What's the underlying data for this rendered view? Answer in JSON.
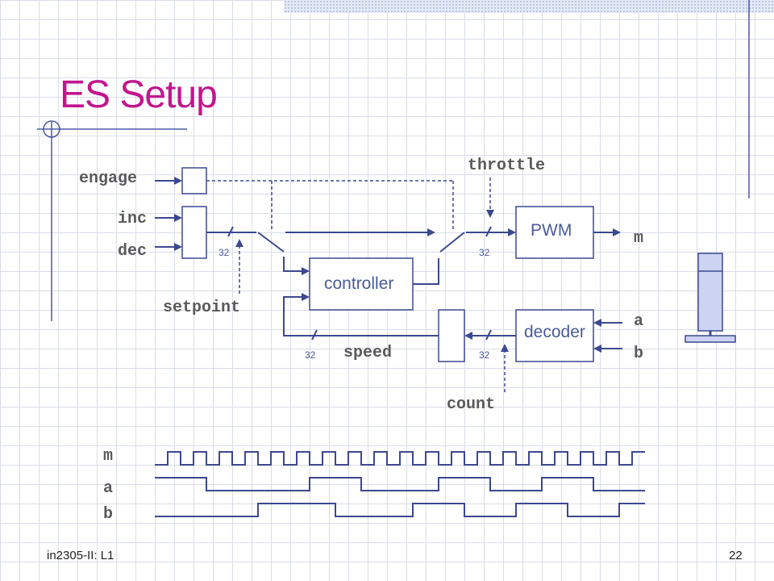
{
  "slide": {
    "title": "ES Setup",
    "footer_left": "in2305-II: L1",
    "page_number": "22"
  },
  "diagram": {
    "signals": {
      "engage": "engage",
      "inc": "inc",
      "dec": "dec",
      "setpoint": "setpoint",
      "throttle": "throttle",
      "m": "m",
      "a": "a",
      "b": "b",
      "speed": "speed",
      "count": "count"
    },
    "blocks": {
      "pwm": "PWM",
      "controller": "controller",
      "decoder": "decoder"
    },
    "bus_widths": {
      "setpoint": "32",
      "throttle": "32",
      "speed": "32",
      "count": "32"
    }
  },
  "waveforms": {
    "labels": [
      "m",
      "a",
      "b"
    ]
  },
  "colors": {
    "title": "#c2168f",
    "wire": "#3c4890",
    "block_text": "#4a5a9a",
    "signal_text": "#5a5a5a",
    "motor_fill": "#cdd3f2"
  }
}
